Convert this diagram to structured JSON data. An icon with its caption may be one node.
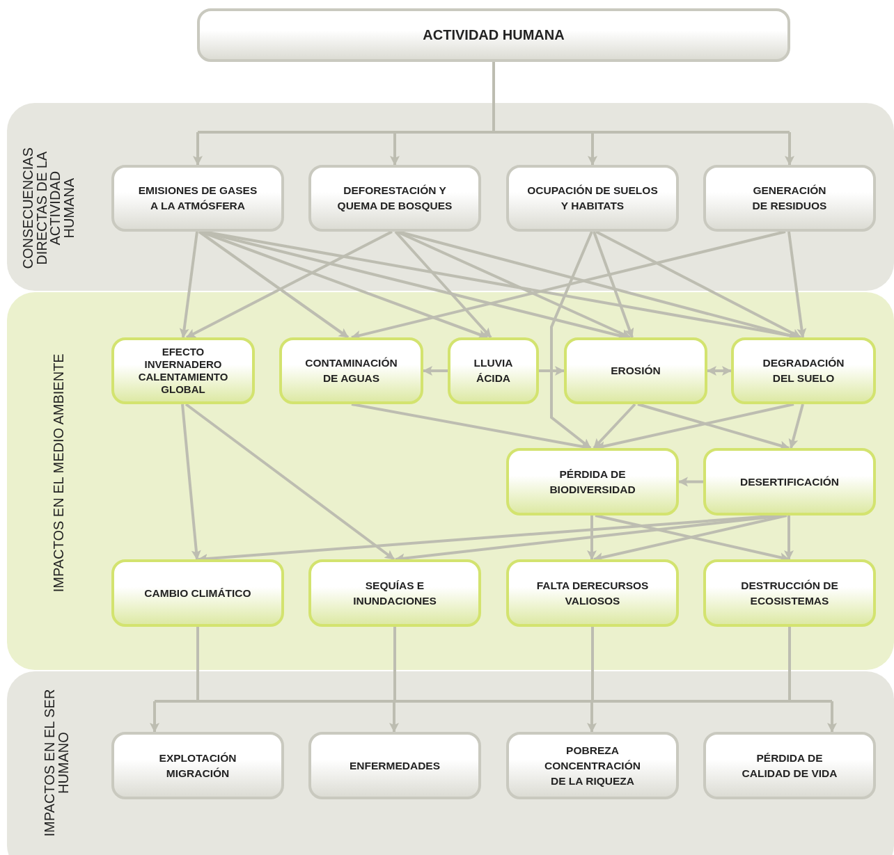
{
  "diagram": {
    "nodes": [
      {
        "text": [
          "ACTIVIDAD HUMANA"
        ]
      },
      {
        "text": [
          "CONSECUENCIAS DIRECTAS DE LA ACTIVIDAD HUMANA"
        ]
      },
      {
        "text": [
          "EMISIONES DE GASES A LA ATMÓSFERA"
        ],
        "in": 1
      },
      {
        "text": [
          "DEFORESTACIÓN Y QUEMA DE BOSQUES"
        ],
        "in": 1
      },
      {
        "text": [
          "OCUPACIÓN DE SUELOS Y HABITATS"
        ],
        "in": 1
      },
      {
        "text": [
          "GENERACIÓN DE RESIDUOS"
        ],
        "in": 1
      },
      {
        "text": [
          "IMPACTOS EN EL MEDIO AMBIENTE"
        ]
      },
      {
        "text": [
          "EFECTO INVERNADERO CALENTAMIENTO GLOBAL"
        ],
        "in": 6
      },
      {
        "text": [
          "CONTAMINACIÓN DE AGUAS"
        ],
        "in": 6
      },
      {
        "text": [
          "LLUVIA ÁCIDA"
        ],
        "in": 6
      },
      {
        "text": [
          "EROSIÓN"
        ],
        "in": 6
      },
      {
        "text": [
          "DEGRADACIÓN DEL SUELO"
        ],
        "in": 6
      },
      {
        "text": [
          "PÉRDIDA DE BIODIVERSIDAD"
        ],
        "in": 6
      },
      {
        "text": [
          "DESERTIFICACIÓN"
        ],
        "in": 6
      },
      {
        "text": [
          "CAMBIO CLIMÁTICO"
        ],
        "in": 6
      },
      {
        "text": [
          "SEQUÍAS E INUNDACIONES"
        ],
        "in": 6
      },
      {
        "text": [
          "FALTA DERECURSOS VALIOSOS"
        ],
        "in": 6
      },
      {
        "text": [
          "DESTRUCCIÓN DE ECOSISTEMAS"
        ],
        "in": 6
      },
      {
        "text": [
          "IMPACTOS EN EL SER HUMANO"
        ]
      },
      {
        "text": [
          "EXPLOTACIÓN MIGRACIÓN"
        ],
        "in": 18
      },
      {
        "text": [
          "ENFERMEDADES"
        ],
        "in": 18
      },
      {
        "text": [
          "POBREZA CONCENTRACIÓN DE LA RIQUEZA"
        ],
        "in": 18
      },
      {
        "text": [
          "PÉRDIDA DE CALIDAD DE VIDA"
        ],
        "in": 18
      }
    ],
    "edges": [
      {
        "from": 0,
        "to": 2,
        "arrow": "to"
      },
      {
        "from": 0,
        "to": 3,
        "arrow": "to"
      },
      {
        "from": 0,
        "to": 4,
        "arrow": "to"
      },
      {
        "from": 0,
        "to": 5,
        "arrow": "to"
      },
      {
        "from": 2,
        "to": 7,
        "arrow": "to"
      },
      {
        "from": 2,
        "to": 8,
        "arrow": "to"
      },
      {
        "from": 2,
        "to": 9,
        "arrow": "to"
      },
      {
        "from": 2,
        "to": 10,
        "arrow": "to"
      },
      {
        "from": 2,
        "to": 11,
        "arrow": "to"
      },
      {
        "from": 3,
        "to": 7,
        "arrow": "to"
      },
      {
        "from": 3,
        "to": 9,
        "arrow": "to"
      },
      {
        "from": 3,
        "to": 10,
        "arrow": "to"
      },
      {
        "from": 3,
        "to": 11,
        "arrow": "to"
      },
      {
        "from": 4,
        "to": 12,
        "arrow": "to"
      },
      {
        "from": 4,
        "to": 10,
        "arrow": "to"
      },
      {
        "from": 4,
        "to": 11,
        "arrow": "to"
      },
      {
        "from": 5,
        "to": 8,
        "arrow": "to"
      },
      {
        "from": 5,
        "to": 11,
        "arrow": "to"
      },
      {
        "from": 9,
        "to": 8,
        "arrow": "to"
      },
      {
        "from": 9,
        "to": 10,
        "arrow": "to"
      },
      {
        "from": 10,
        "to": 11,
        "arrow": "both"
      },
      {
        "from": 7,
        "to": 14,
        "arrow": "to"
      },
      {
        "from": 7,
        "to": 15,
        "arrow": "to"
      },
      {
        "from": 8,
        "to": 12,
        "arrow": "to"
      },
      {
        "from": 10,
        "to": 12,
        "arrow": "to"
      },
      {
        "from": 10,
        "to": 13,
        "arrow": "to"
      },
      {
        "from": 11,
        "to": 12,
        "arrow": "to"
      },
      {
        "from": 11,
        "to": 13,
        "arrow": "to"
      },
      {
        "from": 13,
        "to": 12,
        "arrow": "to"
      },
      {
        "from": 12,
        "to": 16,
        "arrow": "to"
      },
      {
        "from": 12,
        "to": 17,
        "arrow": "to"
      },
      {
        "from": 13,
        "to": 14,
        "arrow": "to"
      },
      {
        "from": 13,
        "to": 15,
        "arrow": "to"
      },
      {
        "from": 13,
        "to": 16,
        "arrow": "to"
      },
      {
        "from": 13,
        "to": 17,
        "arrow": "to"
      },
      {
        "from": 14,
        "to": 19,
        "arrow": "to"
      },
      {
        "from": 14,
        "to": 20,
        "arrow": "to"
      },
      {
        "from": 14,
        "to": 21,
        "arrow": "to"
      },
      {
        "from": 14,
        "to": 22,
        "arrow": "to"
      },
      {
        "from": 15,
        "to": 19,
        "arrow": "to"
      },
      {
        "from": 15,
        "to": 20,
        "arrow": "to"
      },
      {
        "from": 15,
        "to": 21,
        "arrow": "to"
      },
      {
        "from": 15,
        "to": 22,
        "arrow": "to"
      },
      {
        "from": 16,
        "to": 19,
        "arrow": "to"
      },
      {
        "from": 16,
        "to": 20,
        "arrow": "to"
      },
      {
        "from": 16,
        "to": 21,
        "arrow": "to"
      },
      {
        "from": 16,
        "to": 22,
        "arrow": "to"
      },
      {
        "from": 17,
        "to": 19,
        "arrow": "to"
      },
      {
        "from": 17,
        "to": 20,
        "arrow": "to"
      },
      {
        "from": 17,
        "to": 21,
        "arrow": "to"
      },
      {
        "from": 17,
        "to": 22,
        "arrow": "to"
      }
    ]
  }
}
